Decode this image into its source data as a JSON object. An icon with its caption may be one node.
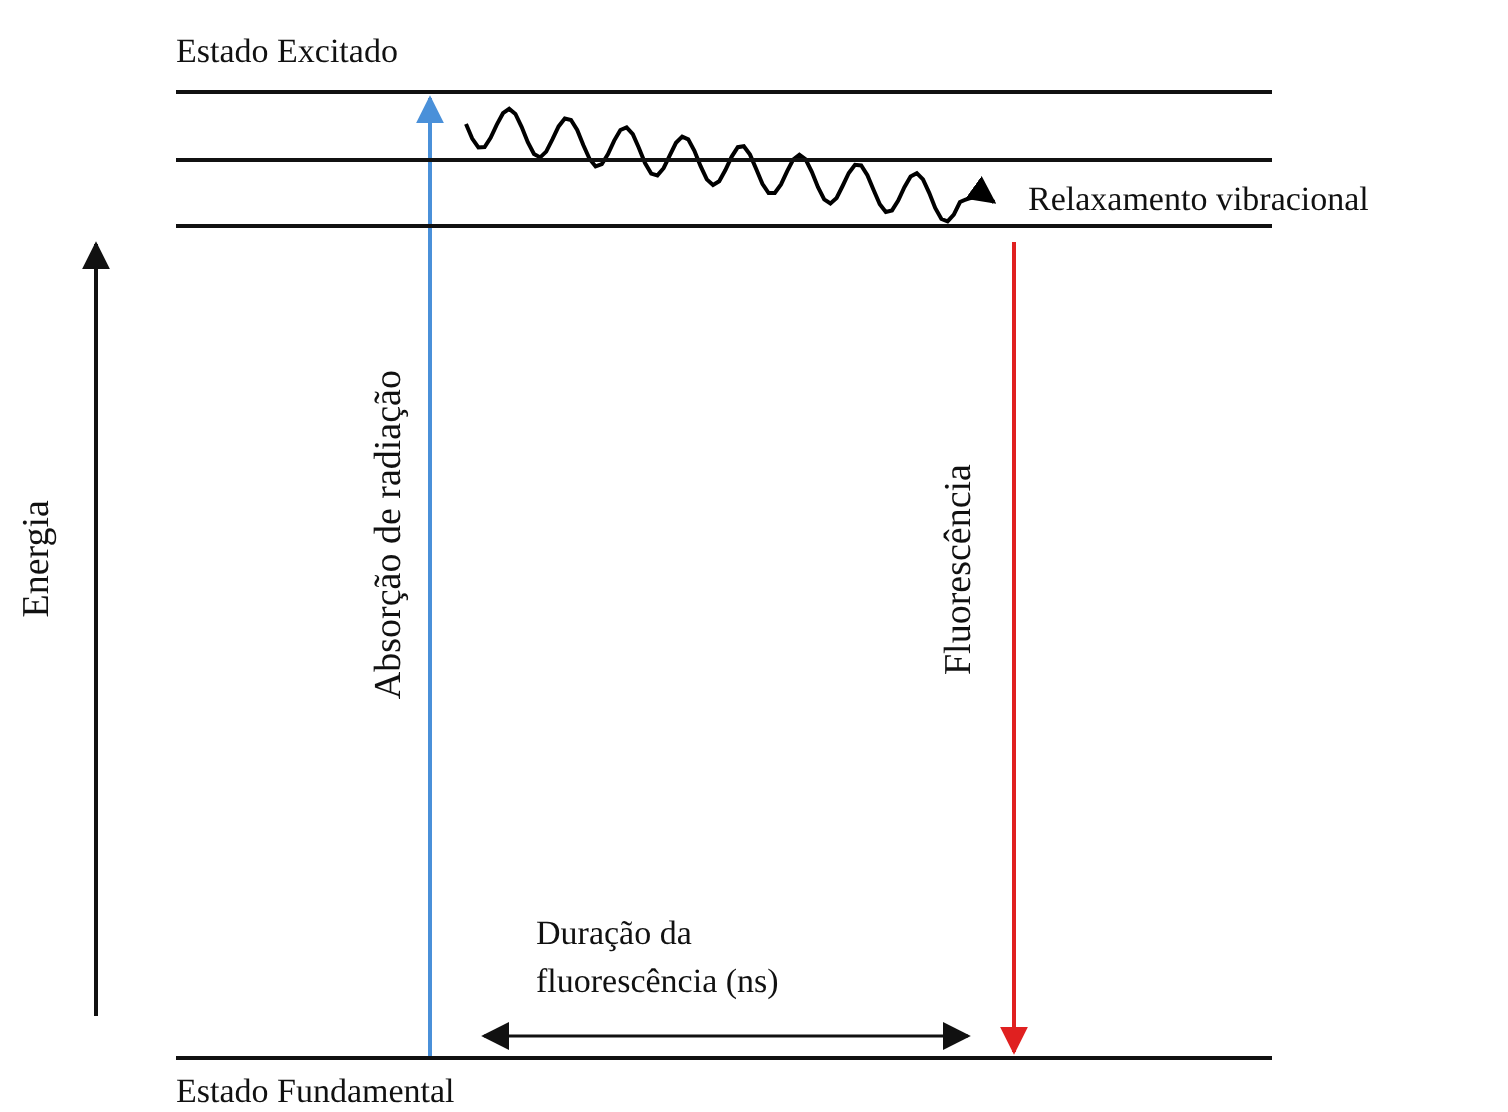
{
  "diagram": {
    "nodes": [
      {
        "text": [
          "Estado Excitado"
        ]
      },
      {
        "text": [],
        "shape": "bar"
      },
      {
        "text": [],
        "shape": "bar"
      },
      {
        "text": [
          "Estado Fundamental"
        ]
      }
    ],
    "edges": [
      {
        "from": 3,
        "to": 0,
        "arrow": "to",
        "label": "Absorção de radiação",
        "color": "#4a90d9"
      },
      {
        "from": 0,
        "to": 2,
        "arrow": "to",
        "label": "Relaxamento vibracional",
        "color": "#000000"
      },
      {
        "from": 2,
        "to": 3,
        "arrow": "to",
        "label": "Fluorescência",
        "color": "#e02020"
      }
    ],
    "labels": [
      "Energia",
      "Duração da fluorescência (ns)"
    ]
  }
}
